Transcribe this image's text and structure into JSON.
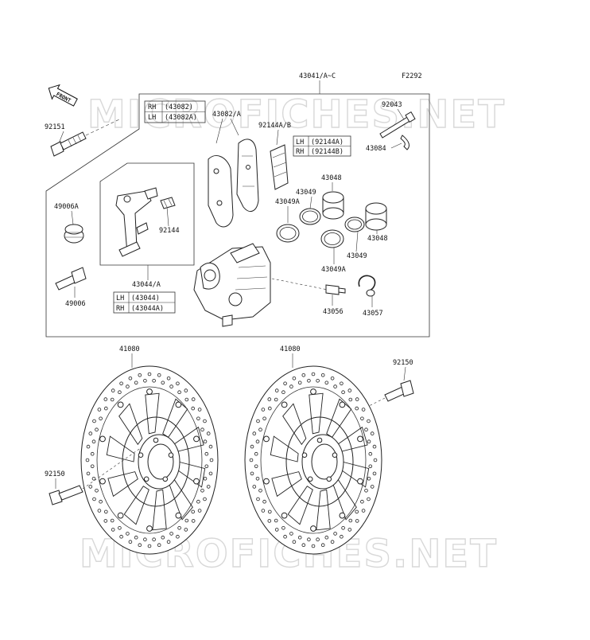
{
  "diagram": {
    "figure_code": "F2292",
    "front_marker": "FRONT",
    "watermark": "MICROFICHES.NET",
    "parts": {
      "caliper_assembly": "43041/A~C",
      "pad_set": "43082/A",
      "pad_shim": "92144A/B",
      "pin_92043": "92043",
      "clip_43084": "43084",
      "bolt_top": "92151",
      "boot_49006A": "49006A",
      "pin_49006": "49006",
      "spring_92144": "92144",
      "bracket": "43044/A",
      "piston_43048_a": "43048",
      "seal_43049_a": "43049",
      "seal_43049A_a": "43049A",
      "piston_43048_b": "43048",
      "seal_43049_b": "43049",
      "seal_43049A_b": "43049A",
      "bleeder": "43056",
      "cap": "43057",
      "disc_left": "41080",
      "disc_right": "41080",
      "bolt_92150_right": "92150",
      "bolt_92150_left": "92150"
    },
    "tables": {
      "pad": [
        [
          "RH",
          "(43082)"
        ],
        [
          "LH",
          "(43082A)"
        ]
      ],
      "shim": [
        [
          "LH",
          "(92144A)"
        ],
        [
          "RH",
          "(92144B)"
        ]
      ],
      "bracket": [
        [
          "LH",
          "(43044)"
        ],
        [
          "RH",
          "(43044A)"
        ]
      ]
    }
  }
}
